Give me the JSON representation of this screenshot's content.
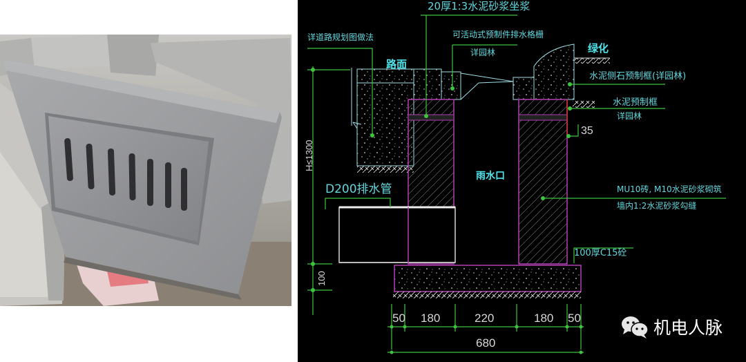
{
  "photo": {
    "subject": "precast concrete rainwater inlet grate frame",
    "slot_count": 7
  },
  "drawing": {
    "labels": {
      "mortar_bed": "20厚1:3水泥砂浆坐浆",
      "road_plan_ref": "详道路规划图做法",
      "grate": "可活动式预制件排水格栅",
      "grate_ref": "详园林",
      "road_surface": "路面",
      "greening": "绿化",
      "curb_frame": "水泥侧石预制框(详园林)",
      "precast_frame": "水泥预制框",
      "precast_frame_ref": "详园林",
      "dim_35": "35",
      "inlet": "雨水口",
      "brick": "MU10砖, M10水泥砂浆砌筑",
      "pointing": "墙内1:2水泥砂浆勾缝",
      "pipe": "D200排水管",
      "height": "H≤1300",
      "base_thk": "100",
      "concrete": "100厚C15砼"
    },
    "dimensions": {
      "segments": [
        "50",
        "180",
        "220",
        "180",
        "50"
      ],
      "total": "680"
    },
    "colors": {
      "background": "#000000",
      "leader": "#3fc43f",
      "wall": "#b040b0",
      "outline": "#9fdfe6",
      "text": "#62d6dc",
      "dim_text": "#d8d8d8"
    }
  },
  "watermark": {
    "icon": "wechat-icon",
    "label": "机电人脉"
  }
}
